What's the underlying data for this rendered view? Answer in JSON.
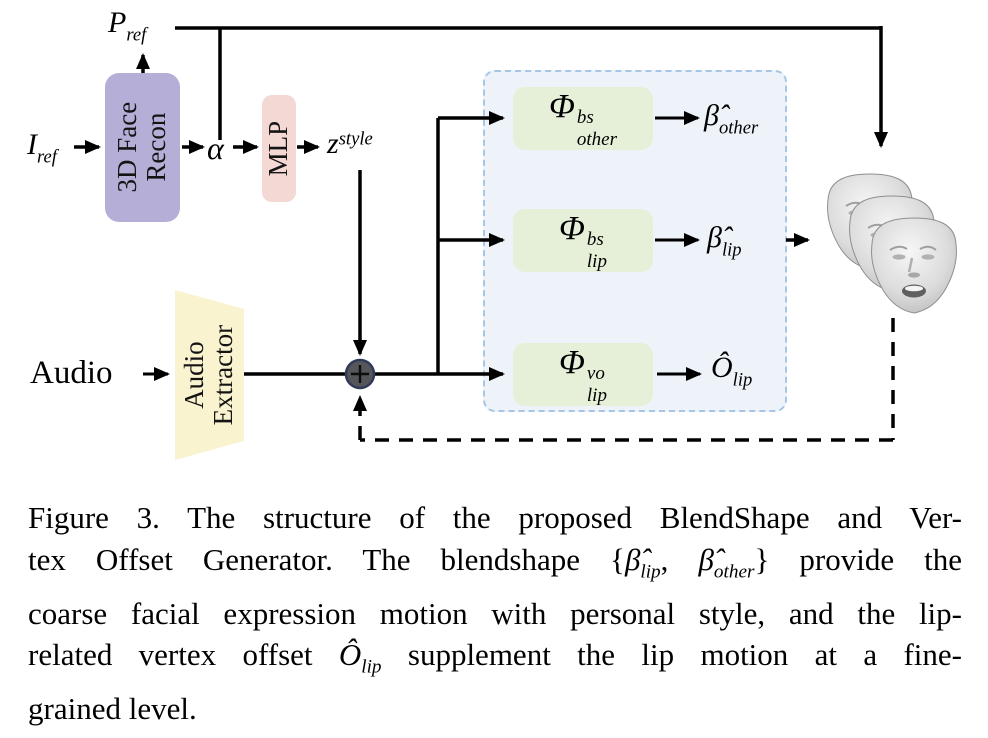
{
  "figure": {
    "labels": {
      "p_ref": {
        "base": "P",
        "sub": "ref"
      },
      "i_ref": {
        "base": "I",
        "sub": "ref"
      },
      "alpha": "α",
      "z_style": {
        "base": "z",
        "sup": "style"
      },
      "audio": "Audio"
    },
    "boxes": {
      "face_recon": {
        "line1": "3D Face",
        "line2": "Recon"
      },
      "mlp": "MLP",
      "audio_extractor": {
        "line1": "Audio",
        "line2": "Extractor"
      },
      "phi_other_bs": {
        "base": "Φ",
        "sup": "bs",
        "sub": "other"
      },
      "phi_lip_bs": {
        "base": "Φ",
        "sup": "bs",
        "sub": "lip"
      },
      "phi_lip_vo": {
        "base": "Φ",
        "sup": "vo",
        "sub": "lip"
      }
    },
    "outputs": {
      "beta_other": {
        "base": "β̂",
        "sub": "other"
      },
      "beta_lip": {
        "base": "β̂",
        "sub": "lip"
      },
      "o_lip": {
        "base": "Ô",
        "sub": "lip"
      }
    },
    "colors": {
      "purple": "#b5aed7",
      "pink": "#f3d8d3",
      "yellow": "#faf3cf",
      "green": "#e6f0d9",
      "panel_fill": "#eef3fa",
      "panel_border": "#a5c6e5",
      "circle_fill": "#55565a",
      "circle_border": "#2f3b57"
    }
  },
  "caption": {
    "line1": "Figure 3.   The structure of the proposed BlendShape and Ver-",
    "line2_pre": "tex Offset Generator.  The blendshape {",
    "line2_m1": {
      "base": "β̂",
      "sub": "lip"
    },
    "line2_mid": ", ",
    "line2_m2": {
      "base": "β̂",
      "sub": "other"
    },
    "line2_post": "} provide the",
    "line3": "coarse facial expression motion with personal style, and the lip-",
    "line4_pre": "related vertex offset ",
    "line4_m": {
      "base": "Ô",
      "sub": "lip"
    },
    "line4_post": " supplement the lip motion at a fine-",
    "line5": "grained level."
  }
}
